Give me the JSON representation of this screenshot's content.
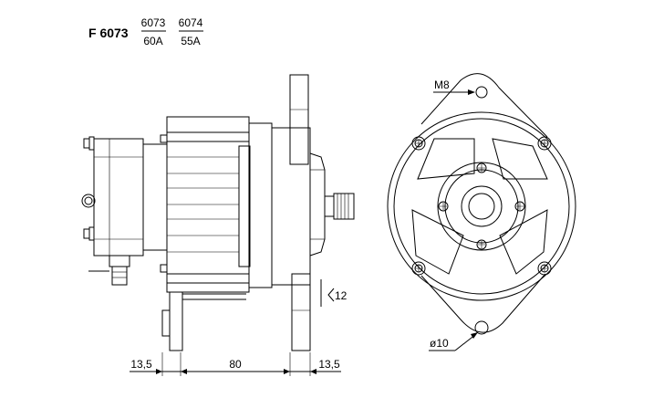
{
  "header": {
    "model": "F 6073",
    "variants": [
      {
        "code": "6073",
        "rating": "60A"
      },
      {
        "code": "6074",
        "rating": "55A"
      }
    ]
  },
  "dimensions": {
    "left_offset": "13,5",
    "body_length": "80",
    "right_offset": "13,5",
    "shaft_length": "12",
    "thread": "M8",
    "hole_diameter": "ø10"
  }
}
